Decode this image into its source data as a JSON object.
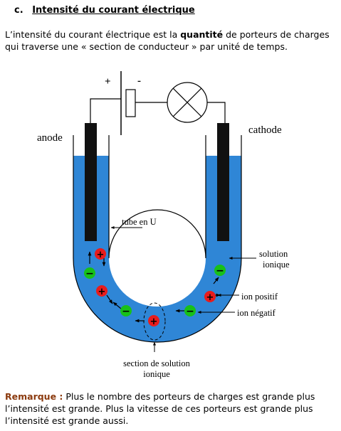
{
  "section": {
    "number": "c.",
    "title": "Intensité du courant électrique"
  },
  "intro": {
    "before": "L’intensité du courant électrique est la ",
    "bold": "quantité",
    "after": " de porteurs de charges qui traverse une « section de conducteur » par unité de temps."
  },
  "diagram": {
    "plus": "+",
    "minus": "-",
    "anode": "anode",
    "cathode": "cathode",
    "tube": "tube en U",
    "solution_line1": "solution",
    "solution_line2": "ionique",
    "ion_pos": "ion positif",
    "ion_neg": "ion négatif",
    "section_line1": "section de solution",
    "section_line2": "ionique",
    "pos_sign": "+",
    "neg_sign": "−",
    "colors": {
      "liquid": "#2f86d6",
      "electrode": "#111111",
      "positive": "#e81c1c",
      "negative": "#18c018"
    }
  },
  "remark": {
    "label": "Remarque :",
    "text": " Plus le nombre des porteurs de charges est grande plus l’intensité est grande. Plus la vitesse de ces porteurs est grande plus l’intensité est grande aussi."
  }
}
